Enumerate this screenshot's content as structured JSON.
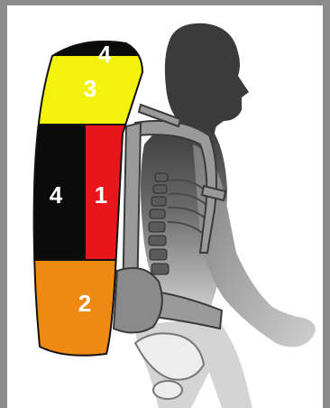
{
  "colors": {
    "frame": "#8c8c8c",
    "zone_black": "#0b0b0b",
    "zone_yellow": "#f2f20a",
    "zone_red": "#e8161a",
    "zone_orange": "#ee8a12",
    "silhouette_dark": "#3a3a3a",
    "silhouette_light": "#bdbdbd"
  },
  "zones": {
    "top": {
      "label": "4",
      "color": "black"
    },
    "upper": {
      "label": "3",
      "color": "yellow"
    },
    "middle_back": {
      "label": "1",
      "color": "red"
    },
    "middle_outer": {
      "label": "4",
      "color": "black"
    },
    "bottom": {
      "label": "2",
      "color": "orange"
    }
  }
}
